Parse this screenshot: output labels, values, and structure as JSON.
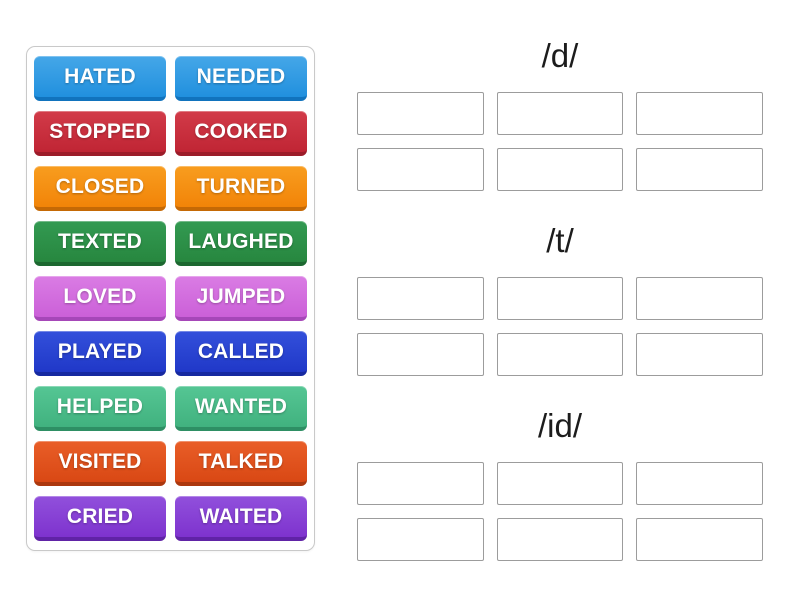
{
  "panel": {
    "words": [
      {
        "label": "HATED",
        "color": "blue"
      },
      {
        "label": "NEEDED",
        "color": "blue"
      },
      {
        "label": "STOPPED",
        "color": "crimson"
      },
      {
        "label": "COOKED",
        "color": "crimson"
      },
      {
        "label": "CLOSED",
        "color": "orange"
      },
      {
        "label": "TURNED",
        "color": "orange"
      },
      {
        "label": "TEXTED",
        "color": "green"
      },
      {
        "label": "LAUGHED",
        "color": "green"
      },
      {
        "label": "LOVED",
        "color": "orchid"
      },
      {
        "label": "JUMPED",
        "color": "orchid"
      },
      {
        "label": "PLAYED",
        "color": "royalblue"
      },
      {
        "label": "CALLED",
        "color": "royalblue"
      },
      {
        "label": "HELPED",
        "color": "seafoam"
      },
      {
        "label": "WANTED",
        "color": "seafoam"
      },
      {
        "label": "VISITED",
        "color": "orangered"
      },
      {
        "label": "TALKED",
        "color": "orangered"
      },
      {
        "label": "CRIED",
        "color": "purple"
      },
      {
        "label": "WAITED",
        "color": "purple"
      }
    ]
  },
  "groups": [
    {
      "label": "/d/",
      "slot_count": 6
    },
    {
      "label": "/t/",
      "slot_count": 6
    },
    {
      "label": "/id/",
      "slot_count": 6
    }
  ],
  "colors": {
    "blue": {
      "top": "#45A7E8",
      "bottom": "#2190DE",
      "edge": "#1173BD"
    },
    "crimson": {
      "top": "#D23B49",
      "bottom": "#C02534",
      "edge": "#9C1C29"
    },
    "orange": {
      "top": "#F89D1F",
      "bottom": "#F28408",
      "edge": "#C56905"
    },
    "green": {
      "top": "#339A52",
      "bottom": "#27873F",
      "edge": "#1C6830"
    },
    "orchid": {
      "top": "#DA7CE4",
      "bottom": "#CB60D8",
      "edge": "#A647B8"
    },
    "royalblue": {
      "top": "#3350DB",
      "bottom": "#2038C8",
      "edge": "#1629A0"
    },
    "seafoam": {
      "top": "#55C694",
      "bottom": "#41B27F",
      "edge": "#2E8F64"
    },
    "orangered": {
      "top": "#E95E28",
      "bottom": "#D94814",
      "edge": "#AC380E"
    },
    "purple": {
      "top": "#9150DC",
      "bottom": "#7E33CE",
      "edge": "#6023A6"
    }
  },
  "ui": {
    "background": "#FFFFFF",
    "panel_border": "#C9C9C9",
    "slot_border": "#9C9C9C",
    "tile_text_color": "#FFFFFF",
    "header_text_color": "#1C1C1C"
  }
}
